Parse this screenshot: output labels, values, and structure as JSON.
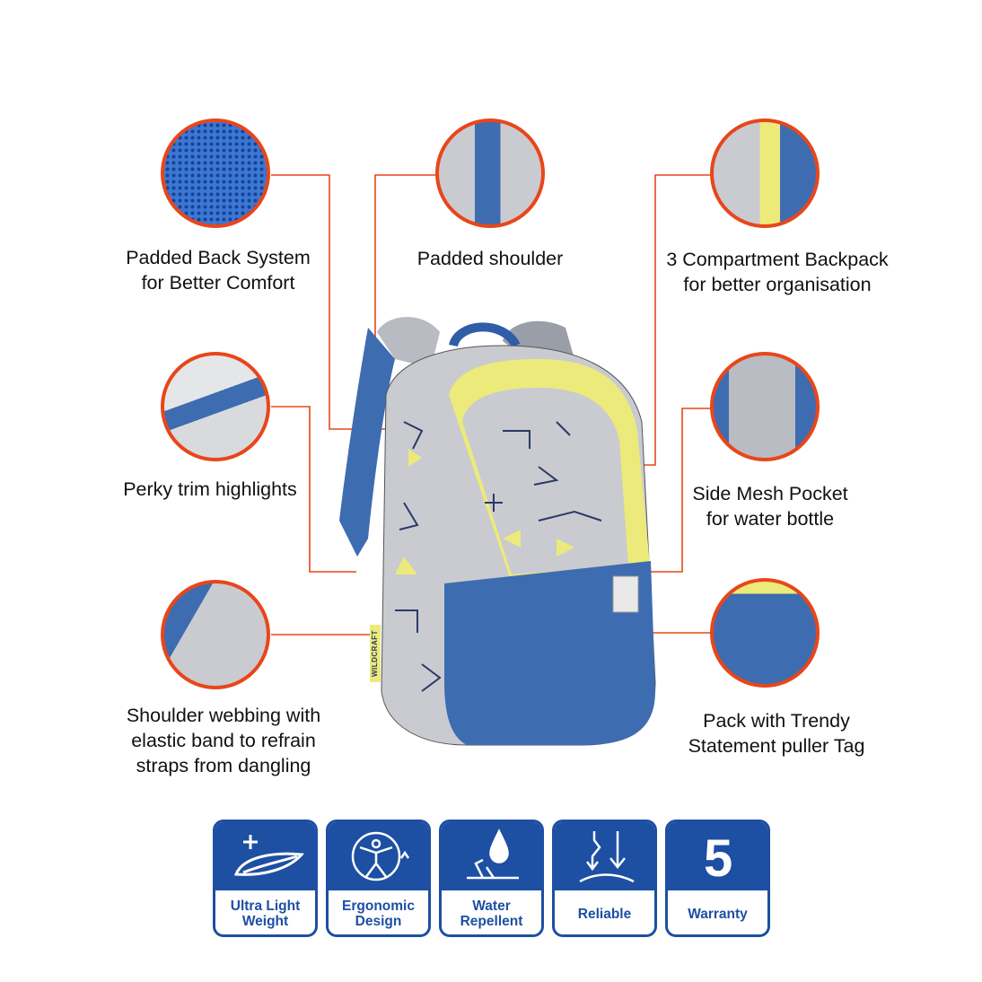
{
  "features": [
    {
      "id": "padded-back",
      "lines": [
        "Padded Back System",
        "for Better Comfort"
      ]
    },
    {
      "id": "padded-shoulder",
      "lines": [
        "Padded shoulder"
      ]
    },
    {
      "id": "compartments",
      "lines": [
        "3 Compartment Backpack",
        "for better organisation"
      ]
    },
    {
      "id": "trim",
      "lines": [
        "Perky trim highlights"
      ]
    },
    {
      "id": "mesh-pocket",
      "lines": [
        "Side Mesh Pocket",
        "for water bottle"
      ]
    },
    {
      "id": "webbing",
      "lines": [
        "Shoulder webbing with",
        "elastic band to refrain",
        "straps from dangling"
      ]
    },
    {
      "id": "puller-tag",
      "lines": [
        "Pack with Trendy",
        "Statement puller Tag"
      ]
    }
  ],
  "badges": [
    {
      "icon": "feather-plus-icon",
      "lines": [
        "Ultra Light",
        "Weight"
      ]
    },
    {
      "icon": "ergonomic-figure-icon",
      "lines": [
        "Ergonomic",
        "Design"
      ]
    },
    {
      "icon": "water-drop-icon",
      "lines": [
        "Water",
        "Repellent"
      ]
    },
    {
      "icon": "reliable-arrows-icon",
      "lines": [
        "Reliable"
      ]
    },
    {
      "icon": "five-year-icon",
      "lines": [
        "Warranty"
      ]
    }
  ],
  "brand_tag": "WILDCRAFT",
  "colors": {
    "accent": "#e8461a",
    "brand_blue": "#1d4fa3",
    "bag_blue": "#3e6cb0",
    "bag_yellow": "#ecea7a",
    "bag_grey": "#c9cbd0"
  }
}
